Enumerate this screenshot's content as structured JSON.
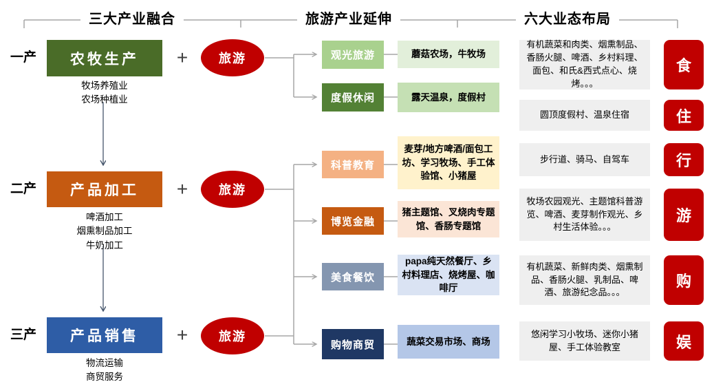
{
  "headers": {
    "left": "三大产业融合",
    "center": "旅游产业延伸",
    "right": "六大业态布局"
  },
  "tiers": [
    {
      "label": "一产",
      "box": "农牧生产",
      "sub": "牧场养殖业\n农场种植业",
      "plus": "+",
      "tourism": "旅游"
    },
    {
      "label": "二产",
      "box": "产品加工",
      "sub": "啤酒加工\n烟熏制品加工\n牛奶加工",
      "plus": "+",
      "tourism": "旅游"
    },
    {
      "label": "三产",
      "box": "产品销售",
      "sub": "物流运输\n商贸服务",
      "plus": "+",
      "tourism": "旅游"
    }
  ],
  "extensions": [
    {
      "category": "观光旅游",
      "examples": "蘑菇农场，牛牧场"
    },
    {
      "category": "度假休闲",
      "examples": "露天温泉，度假村"
    },
    {
      "category": "科普教育",
      "examples": "麦芽/地方啤酒/面包工坊、学习牧场、手工体验馆、小猪屋"
    },
    {
      "category": "博览金融",
      "examples": "猪主题馆、叉烧肉专题馆、香肠专题馆"
    },
    {
      "category": "美食餐饮",
      "examples": "papa纯天然餐厅、乡村料理店、烧烤屋、咖啡厅"
    },
    {
      "category": "购物商贸",
      "examples": "蔬菜交易市场、商场"
    }
  ],
  "business_layout": [
    {
      "tag": "食",
      "description": "有机蔬菜和肉类、烟熏制品、香肠火腿、啤酒、乡村料理、面包、和氏&西式点心、烧烤。。。"
    },
    {
      "tag": "住",
      "description": "圆顶度假村、温泉住宿"
    },
    {
      "tag": "行",
      "description": "步行道、骑马、自驾车"
    },
    {
      "tag": "游",
      "description": "牧场农园观光、主题馆科普游览、啤酒、麦芽制作观光、乡村生活体验。。。"
    },
    {
      "tag": "购",
      "description": "有机蔬菜、新鲜肉类、烟熏制品、香肠火腿、乳制品、啤酒、旅游纪念品。。。"
    },
    {
      "tag": "娱",
      "description": "悠闲学习小牧场、迷你小猪屋、手工体验教室"
    }
  ],
  "colors": {
    "accent_red": "#c00000",
    "primary_green_dark": "#4a6c28",
    "green_light": "#a9d18e",
    "green_mid": "#538135",
    "orange_dark": "#c55a11",
    "orange_light": "#f4b183",
    "blue_primary": "#2e5da6",
    "blue_gray": "#8496b0",
    "navy_dark": "#1f3864",
    "example_green_light": "#e2efda",
    "example_green_mid": "#c5e0b4",
    "example_cream": "#fff2cc",
    "example_peach": "#fbe5d6",
    "example_blue_light": "#dae3f3",
    "example_blue_mid": "#b4c7e7",
    "gray_panel": "#efefef",
    "connector_gray": "#a6a6a6",
    "connector_navy": "#44546a"
  }
}
